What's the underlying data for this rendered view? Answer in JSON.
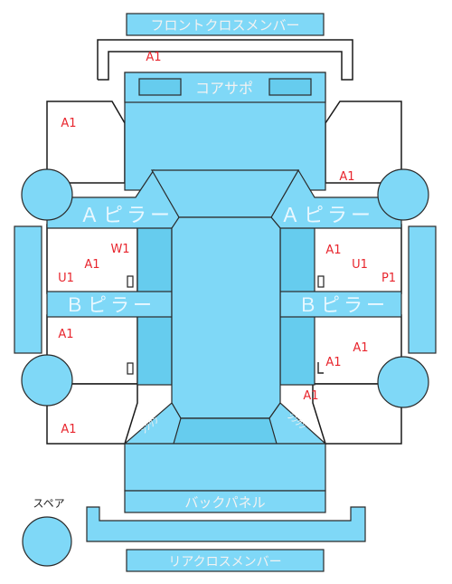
{
  "parts": {
    "front_cross_member": "フロントクロスメンバー",
    "core_support": "コアサポ",
    "a_pillar_left": "Ａピラー",
    "a_pillar_right": "Ａピラー",
    "b_pillar_left": "Ｂピラー",
    "b_pillar_right": "Ｂピラー",
    "back_panel": "バックパネル",
    "rear_cross_member": "リアクロスメンバー",
    "trunk_left": "ｼﾝｸﾝ",
    "trunk_right": "ｼﾝｸﾝ",
    "spare": "スペア"
  },
  "damage_codes": {
    "front_cross": "A1",
    "front_left_fender": "A1",
    "front_right_fender": "A1",
    "left_front_door_top": "W1",
    "left_front_door_mid": "A1",
    "left_front_door_low": "U1",
    "left_rear_door": "A1",
    "left_rear_fender": "A1",
    "right_front_door_top": "A1",
    "right_front_door_u": "U1",
    "right_front_door_p": "P1",
    "right_rear_door_a": "A1",
    "right_rear_door_b": "A1",
    "right_rear_fender": "A1"
  },
  "colors": {
    "part_fill": "#7fd8f7",
    "damage_text": "#e8262e"
  }
}
